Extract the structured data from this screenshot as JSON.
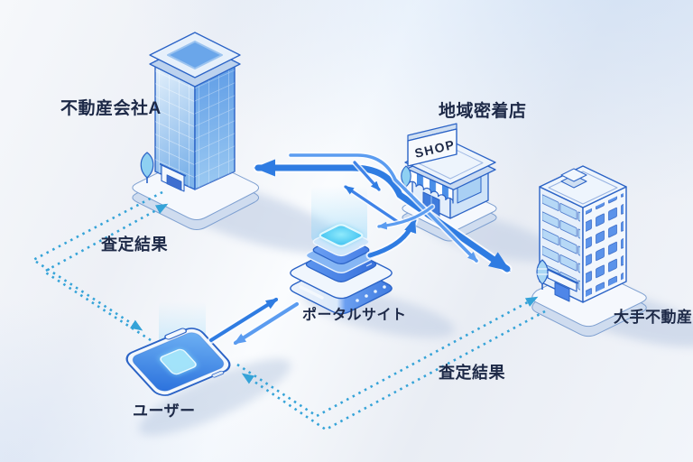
{
  "diagram": {
    "nodes": {
      "company_a": {
        "label": "不動産会社A",
        "type": "office-tower"
      },
      "local_shop": {
        "label": "地域密着店",
        "sign": "SHOP",
        "type": "storefront"
      },
      "major_realestate": {
        "label": "大手不動産",
        "type": "office-building"
      },
      "portal": {
        "label": "ポータルサイト",
        "type": "server-hub"
      },
      "user": {
        "label": "ユーザー",
        "type": "smartphone"
      }
    },
    "edge_labels": {
      "result_left": "査定結果",
      "result_right": "査定結果"
    },
    "edges": [
      {
        "from": "user",
        "to": "portal",
        "style": "solid",
        "direction": "both"
      },
      {
        "from": "portal",
        "to": "company_a",
        "style": "solid",
        "direction": "both"
      },
      {
        "from": "portal",
        "to": "local_shop",
        "style": "solid",
        "direction": "both"
      },
      {
        "from": "portal",
        "to": "major_realestate",
        "style": "solid",
        "direction": "to"
      },
      {
        "from": "company_a",
        "to": "user",
        "style": "dashed",
        "direction": "both",
        "label": "査定結果"
      },
      {
        "from": "major_realestate",
        "to": "user",
        "style": "dashed",
        "direction": "both",
        "label": "査定結果"
      }
    ],
    "colors": {
      "arrow_blue": "#2f7ce2",
      "arrow_light_blue": "#5b9cf0",
      "dashed_teal": "#35a3d8",
      "outline_blue": "#2b63c6",
      "text_navy": "#1d2947",
      "glow_cyan": "#46c8f2",
      "background": "#eff2f7"
    }
  }
}
